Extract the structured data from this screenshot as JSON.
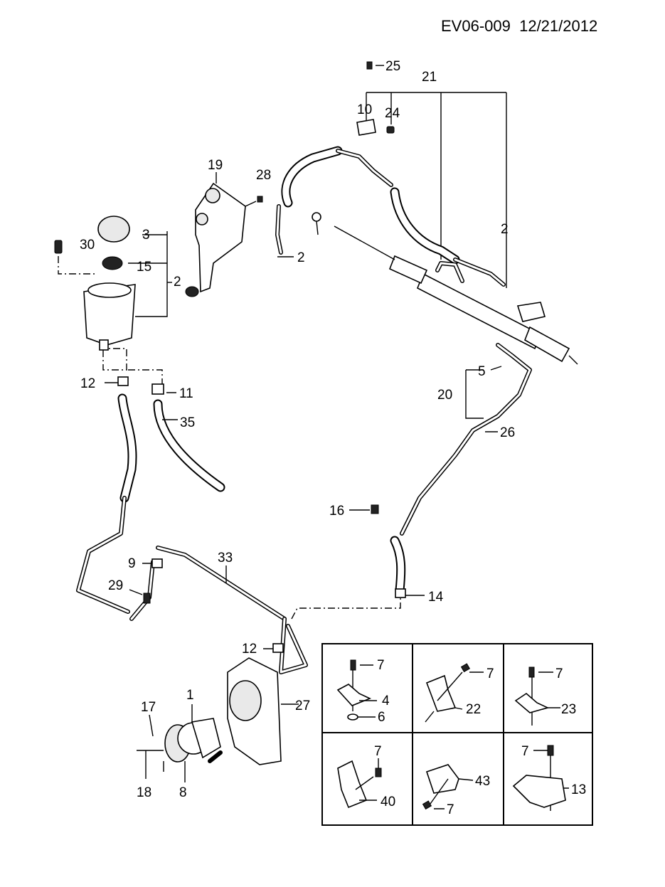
{
  "header": {
    "code": "EV06-009",
    "date": "12/21/2012"
  },
  "callouts": {
    "c25": "25",
    "c21": "21",
    "c10": "10",
    "c24": "24",
    "c19": "19",
    "c28": "28",
    "c2_a": "2",
    "c2_b": "2",
    "c2_c": "2",
    "c3": "3",
    "c30": "30",
    "c15": "15",
    "c12_a": "12",
    "c11": "11",
    "c35": "35",
    "c5": "5",
    "c20": "20",
    "c26": "26",
    "c16": "16",
    "c9": "9",
    "c33": "33",
    "c29": "29",
    "c14": "14",
    "c12_b": "12",
    "c1": "1",
    "c27": "27",
    "c17": "17",
    "c18": "18",
    "c8": "8"
  },
  "inset": {
    "cells": [
      {
        "labels": [
          "7",
          "4",
          "6"
        ]
      },
      {
        "labels": [
          "7",
          "22"
        ]
      },
      {
        "labels": [
          "7",
          "23"
        ]
      },
      {
        "labels": [
          "7",
          "40"
        ]
      },
      {
        "labels": [
          "43",
          "7"
        ]
      },
      {
        "labels": [
          "7",
          "13"
        ]
      }
    ]
  }
}
